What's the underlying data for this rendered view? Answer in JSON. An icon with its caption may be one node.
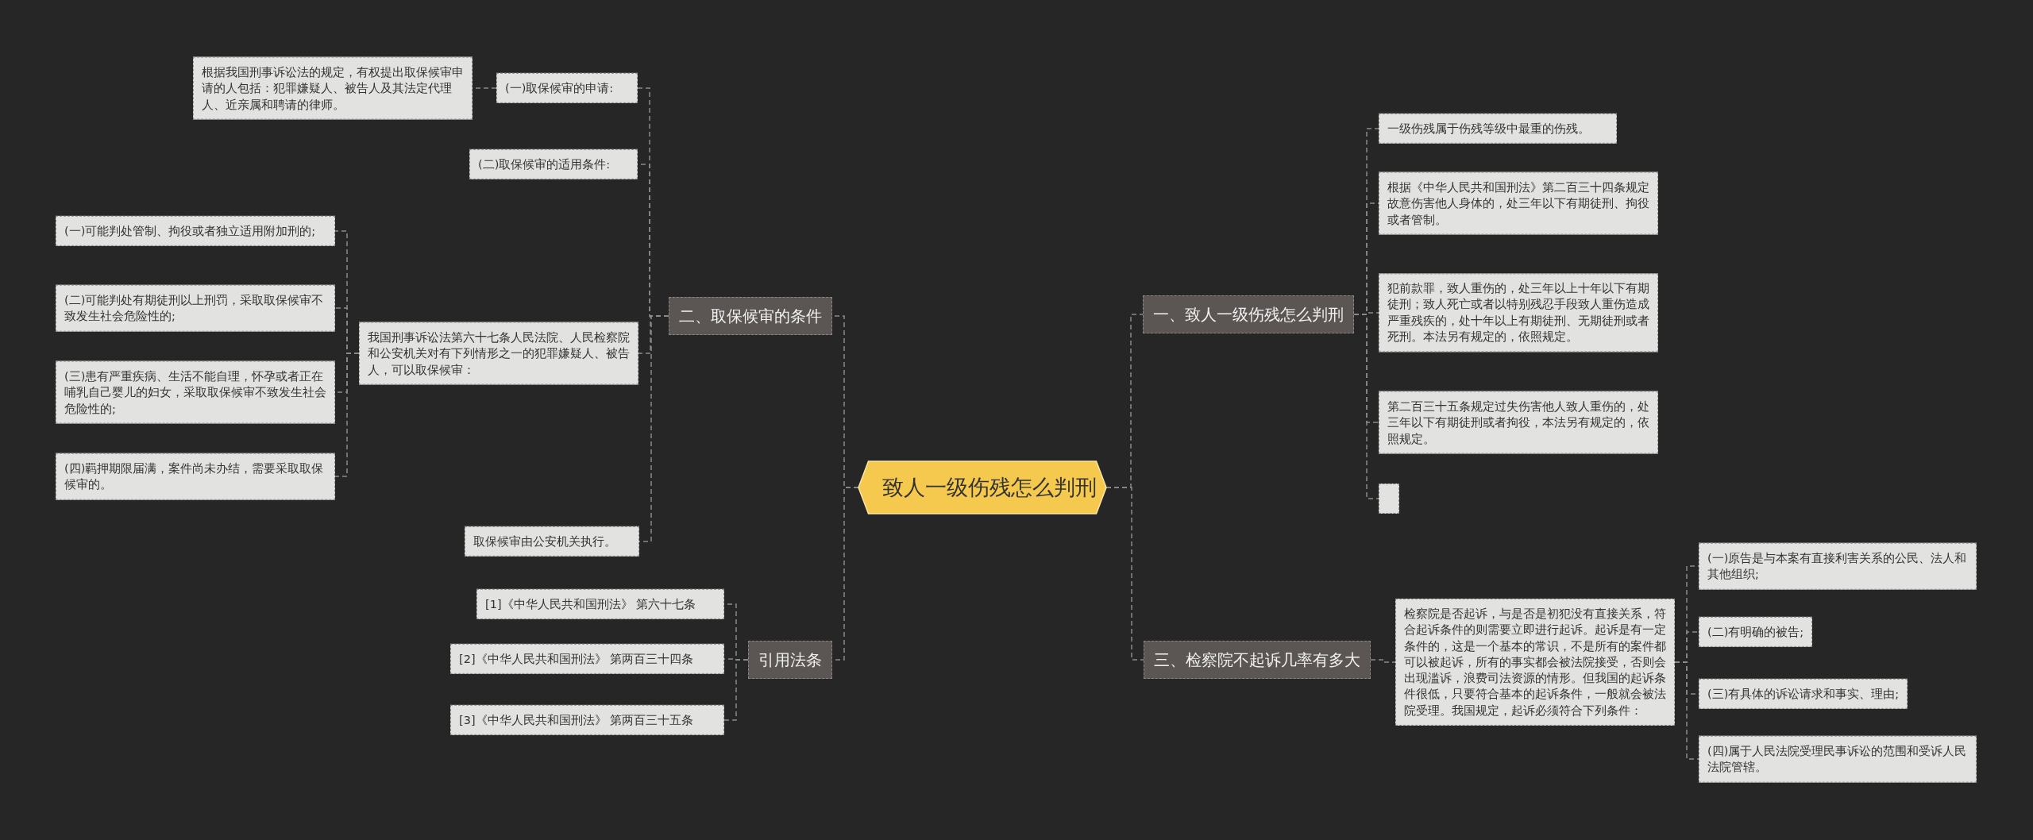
{
  "diagram": {
    "nodes": [
      {
        "text": [
          "致人一级伤残怎么判刑"
        ]
      },
      {
        "text": [
          "一、致人一级伤残怎么判刑"
        ]
      },
      {
        "text": [
          "一级伤残属于伤残等级中最重的伤残。"
        ]
      },
      {
        "text": [
          "根据《中华人民共和国刑法》第二百三十四条规定故意伤害他人身体的，处三年以下有期徒刑、拘役或者管制。"
        ]
      },
      {
        "text": [
          "犯前款罪，致人重伤的，处三年以上十年以下有期徒刑；致人死亡或者以特别残忍手段致人重伤造成严重残疾的，处十年以上有期徒刑、无期徒刑或者死刑。本法另有规定的，依照规定。"
        ]
      },
      {
        "text": [
          "第二百三十五条规定过失伤害他人致人重伤的，处三年以下有期徒刑或者拘役，本法另有规定的，依照规定。"
        ]
      },
      {
        "text": [],
        "shape": "box"
      },
      {
        "text": [
          "三、检察院不起诉几率有多大"
        ]
      },
      {
        "text": [
          "检察院是否起诉，与是否是初犯没有直接关系，符合起诉条件的则需要立即进行起诉。起诉是有一定条件的，这是一个基本的常识，不是所有的案件都可以被起诉，所有的事实都会被法院接受，否则会出现滥诉，浪费司法资源的情形。但我国的起诉条件很低，只要符合基本的起诉条件，一般就会被法院受理。我国规定，起诉必须符合下列条件："
        ]
      },
      {
        "text": [
          "(一)原告是与本案有直接利害关系的公民、法人和其他组织;"
        ]
      },
      {
        "text": [
          "(二)有明确的被告;"
        ]
      },
      {
        "text": [
          "(三)有具体的诉讼请求和事实、理由;"
        ]
      },
      {
        "text": [
          "(四)属于人民法院受理民事诉讼的范围和受诉人民法院管辖。"
        ]
      },
      {
        "text": [
          "二、取保候审的条件"
        ]
      },
      {
        "text": [
          "(一)取保候审的申请:"
        ]
      },
      {
        "text": [
          "根据我国刑事诉讼法的规定，有权提出取保候审申请的人包括：犯罪嫌疑人、被告人及其法定代理人、近亲属和聘请的律师。"
        ]
      },
      {
        "text": [
          "(二)取保候审的适用条件:"
        ]
      },
      {
        "text": [
          "我国刑事诉讼法第六十七条人民法院、人民检察院和公安机关对有下列情形之一的犯罪嫌疑人、被告人，可以取保候审："
        ]
      },
      {
        "text": [
          "(一)可能判处管制、拘役或者独立适用附加刑的;"
        ]
      },
      {
        "text": [
          "(二)可能判处有期徒刑以上刑罚，采取取保候审不致发生社会危险性的;"
        ]
      },
      {
        "text": [
          "(三)患有严重疾病、生活不能自理，怀孕或者正在哺乳自己婴儿的妇女，采取取保候审不致发生社会危险性的;"
        ]
      },
      {
        "text": [
          "(四)羁押期限届满，案件尚未办结，需要采取取保候审的。"
        ]
      },
      {
        "text": [
          "取保候审由公安机关执行。"
        ]
      },
      {
        "text": [
          "引用法条"
        ]
      },
      {
        "text": [
          "[1]《中华人民共和国刑法》 第六十七条"
        ]
      },
      {
        "text": [
          "[2]《中华人民共和国刑法》 第两百三十四条"
        ]
      },
      {
        "text": [
          "[3]《中华人民共和国刑法》 第两百三十五条"
        ]
      }
    ],
    "edges": [
      {
        "from": 0,
        "to": 1,
        "arrow": "none"
      },
      {
        "from": 0,
        "to": 7,
        "arrow": "none"
      },
      {
        "from": 0,
        "to": 13,
        "arrow": "none"
      },
      {
        "from": 0,
        "to": 23,
        "arrow": "none"
      },
      {
        "from": 1,
        "to": 2,
        "arrow": "none"
      },
      {
        "from": 1,
        "to": 3,
        "arrow": "none"
      },
      {
        "from": 1,
        "to": 4,
        "arrow": "none"
      },
      {
        "from": 1,
        "to": 5,
        "arrow": "none"
      },
      {
        "from": 1,
        "to": 6,
        "arrow": "none"
      },
      {
        "from": 7,
        "to": 8,
        "arrow": "none"
      },
      {
        "from": 8,
        "to": 9,
        "arrow": "none"
      },
      {
        "from": 8,
        "to": 10,
        "arrow": "none"
      },
      {
        "from": 8,
        "to": 11,
        "arrow": "none"
      },
      {
        "from": 8,
        "to": 12,
        "arrow": "none"
      },
      {
        "from": 13,
        "to": 14,
        "arrow": "none"
      },
      {
        "from": 13,
        "to": 16,
        "arrow": "none"
      },
      {
        "from": 13,
        "to": 17,
        "arrow": "none"
      },
      {
        "from": 13,
        "to": 22,
        "arrow": "none"
      },
      {
        "from": 14,
        "to": 15,
        "arrow": "none"
      },
      {
        "from": 17,
        "to": 18,
        "arrow": "none"
      },
      {
        "from": 17,
        "to": 19,
        "arrow": "none"
      },
      {
        "from": 17,
        "to": 20,
        "arrow": "none"
      },
      {
        "from": 17,
        "to": 21,
        "arrow": "none"
      },
      {
        "from": 23,
        "to": 24,
        "arrow": "none"
      },
      {
        "from": 23,
        "to": 25,
        "arrow": "none"
      },
      {
        "from": 23,
        "to": 26,
        "arrow": "none"
      }
    ]
  }
}
